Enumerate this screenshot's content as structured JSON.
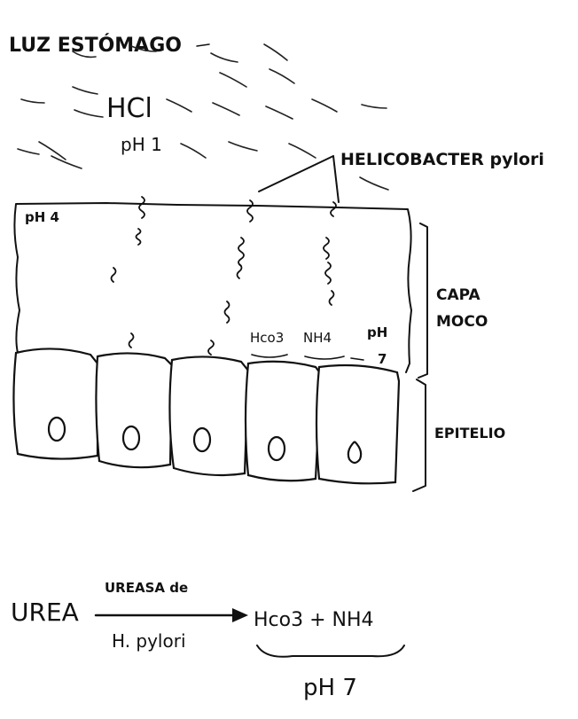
{
  "title": "LUZ ESTÓMAGO",
  "acid": {
    "formula": "HCl",
    "ph": "pH 1"
  },
  "bacterium_label": "HELICOBACTER pylori",
  "mucus": {
    "ph_left": "pH 4",
    "label_line1": "CAPA",
    "label_line2": "MOCO",
    "bicarbonate": "Hco3",
    "ammonium": "NH4",
    "ph_right_line1": "pH",
    "ph_right_line2": "7"
  },
  "epithelium_label": "EPITELIO",
  "reaction": {
    "reactant": "UREA",
    "enzyme_line1": "UREASA de",
    "enzyme_line2": "H. pylori",
    "products": "Hco3 + NH4",
    "result_ph": "pH 7"
  }
}
